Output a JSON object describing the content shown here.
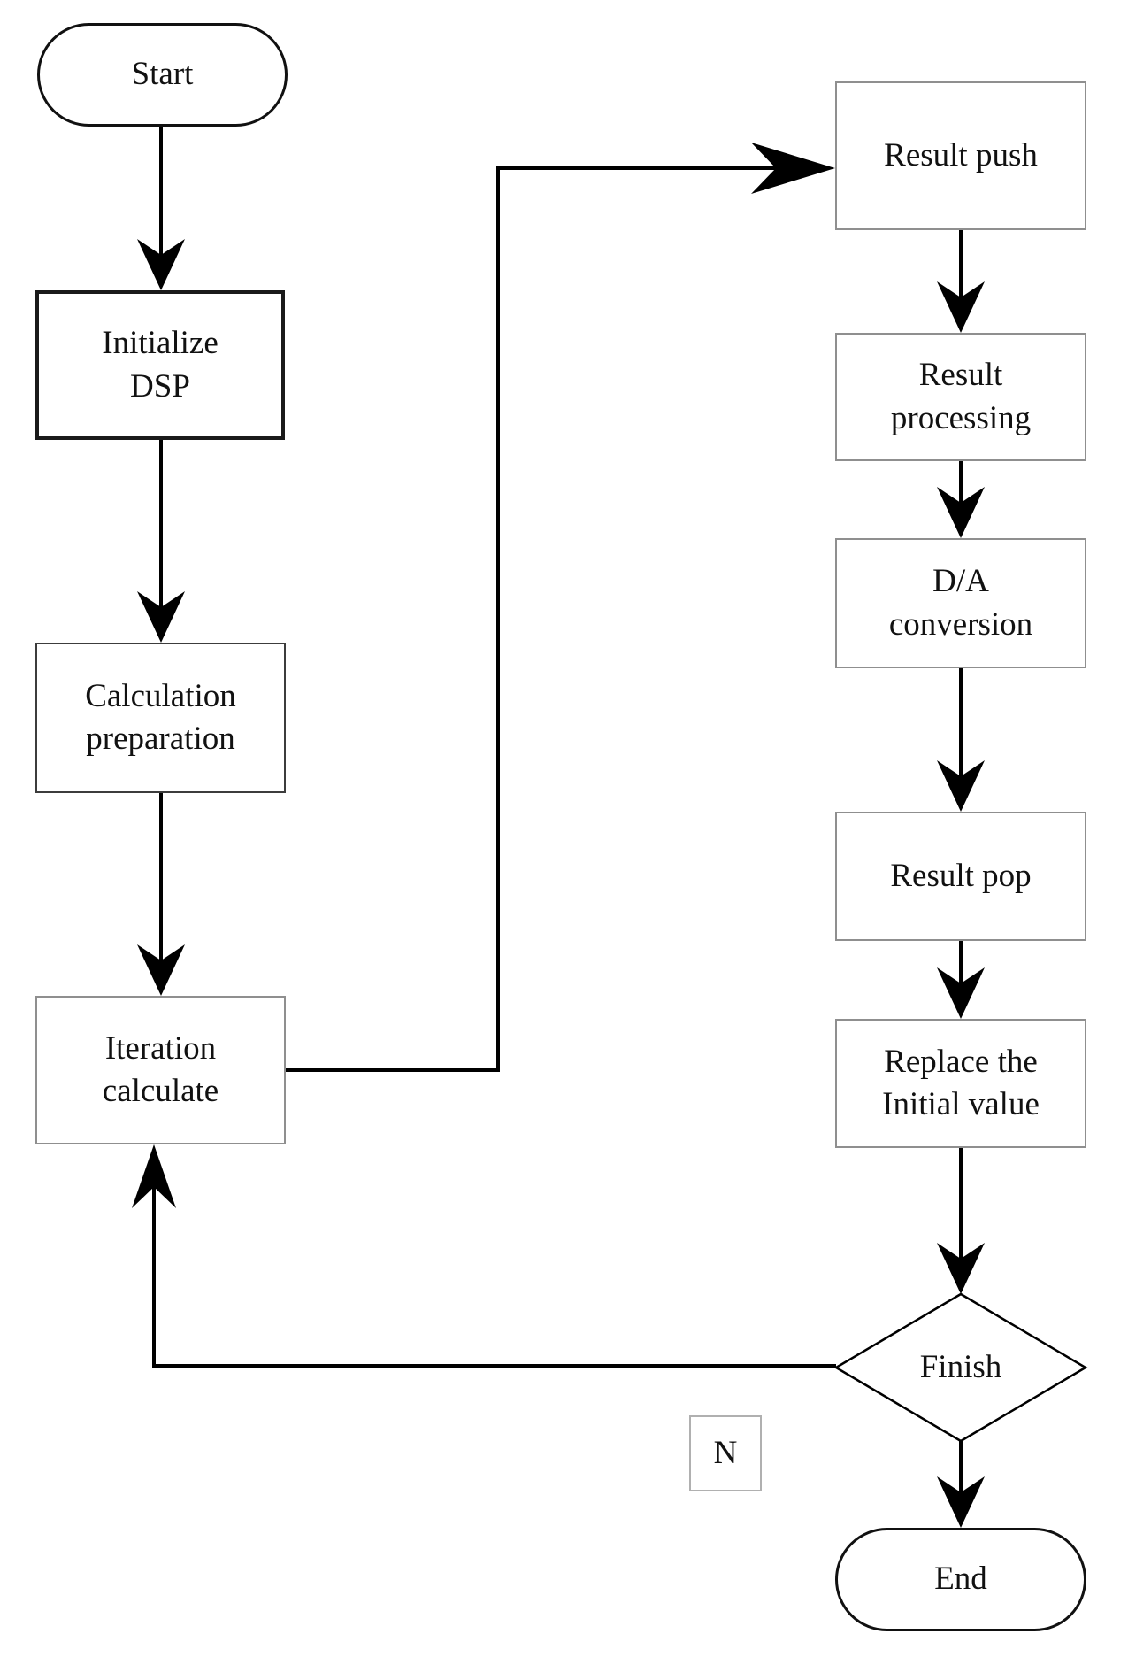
{
  "diagram_type": "flowchart",
  "colors": {
    "background": "#ffffff",
    "connector": "#000000",
    "text": "#111111",
    "box_border_light": "#8f8f8f",
    "box_border_dark": "#1a1a1a",
    "terminal_border": "#111111"
  },
  "nodes": {
    "start": "Start",
    "initialize_dsp": "Initialize\nDSP",
    "calculation_preparation": "Calculation\npreparation",
    "iteration_calculate": "Iteration\ncalculate",
    "result_push": "Result push",
    "result_processing": "Result\nprocessing",
    "da_conversion": "D/A\nconversion",
    "result_pop": "Result pop",
    "replace_initial_value": "Replace the\nInitial value",
    "finish": "Finish",
    "end": "End"
  },
  "edge_labels": {
    "finish_no": "N"
  }
}
